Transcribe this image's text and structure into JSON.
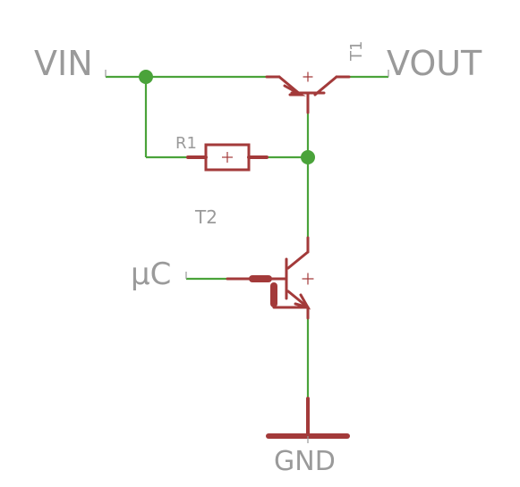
{
  "schematic": {
    "labels": {
      "vin": "VIN",
      "vout": "VOUT",
      "r1": "R1",
      "t1": "T1",
      "t2": "T2",
      "uc": "μC",
      "gnd": "GND"
    },
    "colors": {
      "wire": "#4aa33a",
      "component": "#a33a3a",
      "junction": "#4aa33a",
      "text": "#9a9a9a",
      "background": "#ffffff"
    }
  }
}
